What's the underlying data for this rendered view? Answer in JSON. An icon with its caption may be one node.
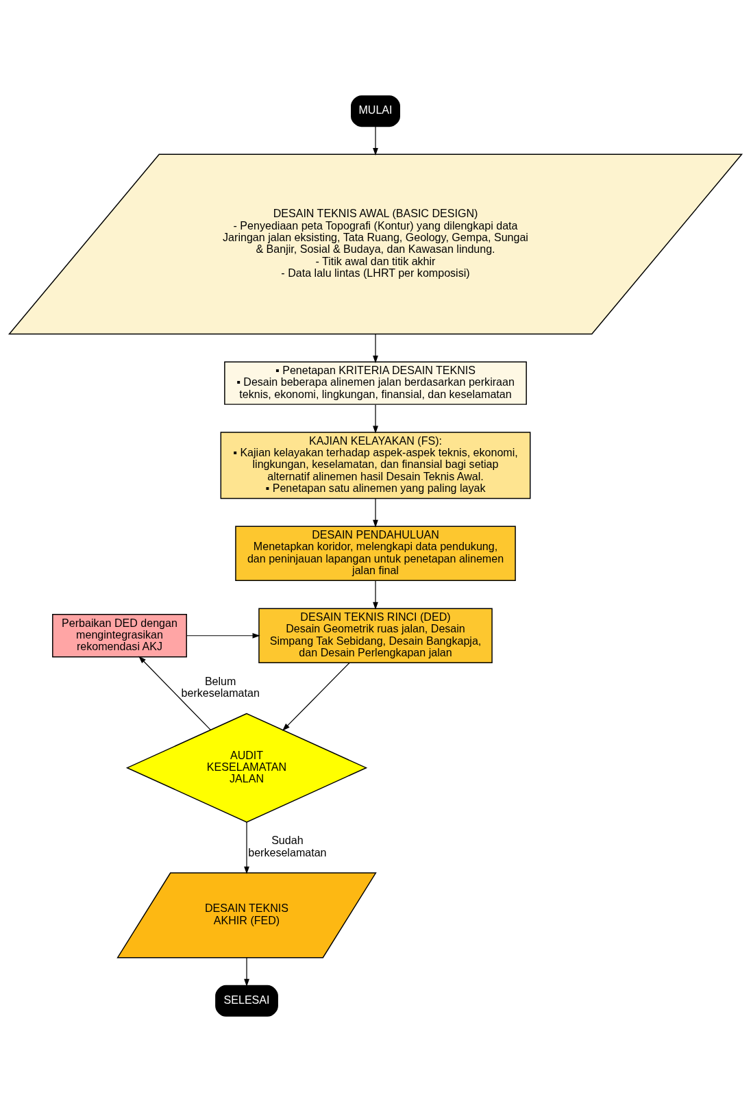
{
  "diagram": {
    "nodes": [
      {
        "text": [
          "MULAI"
        ]
      },
      {
        "text": [
          "DESAIN TEKNIS AWAL (BASIC DESIGN)",
          "- Penyediaan peta Topografi (Kontur) yang dilengkapi data Jaringan jalan eksisting, Tata Ruang, Geology, Gempa, Sungai & Banjir, Sosial & Budaya, dan Kawasan lindung.",
          "- Titik awal dan titik akhir",
          "- Data lalu lintas (LHRT per komposisi)"
        ]
      },
      {
        "text": [
          "▪ Penetapan KRITERIA DESAIN TEKNIS",
          "▪ Desain beberapa alinemen jalan berdasarkan perkiraan teknis, ekonomi, lingkungan, finansial, dan keselamatan"
        ]
      },
      {
        "text": [
          "KAJIAN KELAYAKAN (FS):",
          "▪ Kajian kelayakan terhadap aspek-aspek teknis, ekonomi, lingkungan, keselamatan, dan finansial bagi setiap alternatif alinemen hasil Desain Teknis Awal.",
          "▪ Penetapan satu alinemen yang paling layak"
        ]
      },
      {
        "text": [
          "DESAIN PENDAHULUAN",
          "Menetapkan koridor, melengkapi data pendukung, dan peninjauan lapangan untuk penetapan alinemen jalan final"
        ]
      },
      {
        "text": [
          "DESAIN TEKNIS RINCI (DED)",
          "Desain Geometrik ruas jalan, Desain Simpang Tak Sebidang, Desain Bangkapja, dan Desain Perlengkapan jalan"
        ]
      },
      {
        "text": [
          "Perbaikan DED dengan mengintegrasikan rekomendasi AKJ"
        ]
      },
      {
        "text": [
          "AUDIT KESELAMATAN JALAN"
        ]
      },
      {
        "text": [
          "DESAIN TEKNIS AKHIR (FED)"
        ]
      },
      {
        "text": [
          "SELESAI"
        ]
      }
    ],
    "edges": [
      {
        "from": 0,
        "to": 1,
        "arrow": "to"
      },
      {
        "from": 1,
        "to": 2,
        "arrow": "to"
      },
      {
        "from": 2,
        "to": 3,
        "arrow": "to"
      },
      {
        "from": 3,
        "to": 4,
        "arrow": "to"
      },
      {
        "from": 4,
        "to": 5,
        "arrow": "to"
      },
      {
        "from": 6,
        "to": 5,
        "arrow": "to"
      },
      {
        "from": 5,
        "to": 7,
        "arrow": "to"
      },
      {
        "from": 7,
        "to": 6,
        "arrow": "to",
        "label": "Belum berkeselamatan"
      },
      {
        "from": 7,
        "to": 8,
        "arrow": "to",
        "label": "Sudah berkeselamatan"
      },
      {
        "from": 8,
        "to": 9,
        "arrow": "to"
      }
    ]
  }
}
